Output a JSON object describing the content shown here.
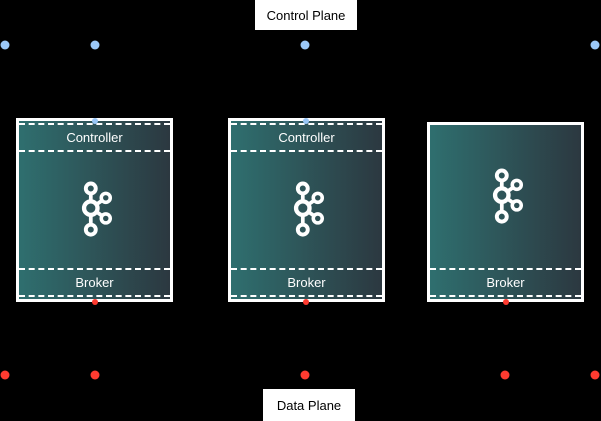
{
  "colors": {
    "background": "#000000",
    "node_gradient_start": "#2f6f6f",
    "node_gradient_end": "#2c3840",
    "node_border": "#ffffff",
    "control_point": "#9ac7f7",
    "data_point": "#ff3b30",
    "label_bg": "#ffffff",
    "label_text": "#000000"
  },
  "labels": {
    "control_plane": "Control Plane",
    "data_plane": "Data Plane"
  },
  "nodes": [
    {
      "id": "node-1",
      "controller": "Controller",
      "broker": "Broker",
      "icon": "kafka-logo"
    },
    {
      "id": "node-2",
      "controller": "Controller",
      "broker": "Broker",
      "icon": "kafka-logo"
    },
    {
      "id": "node-3",
      "broker": "Broker",
      "icon": "kafka-logo"
    }
  ]
}
